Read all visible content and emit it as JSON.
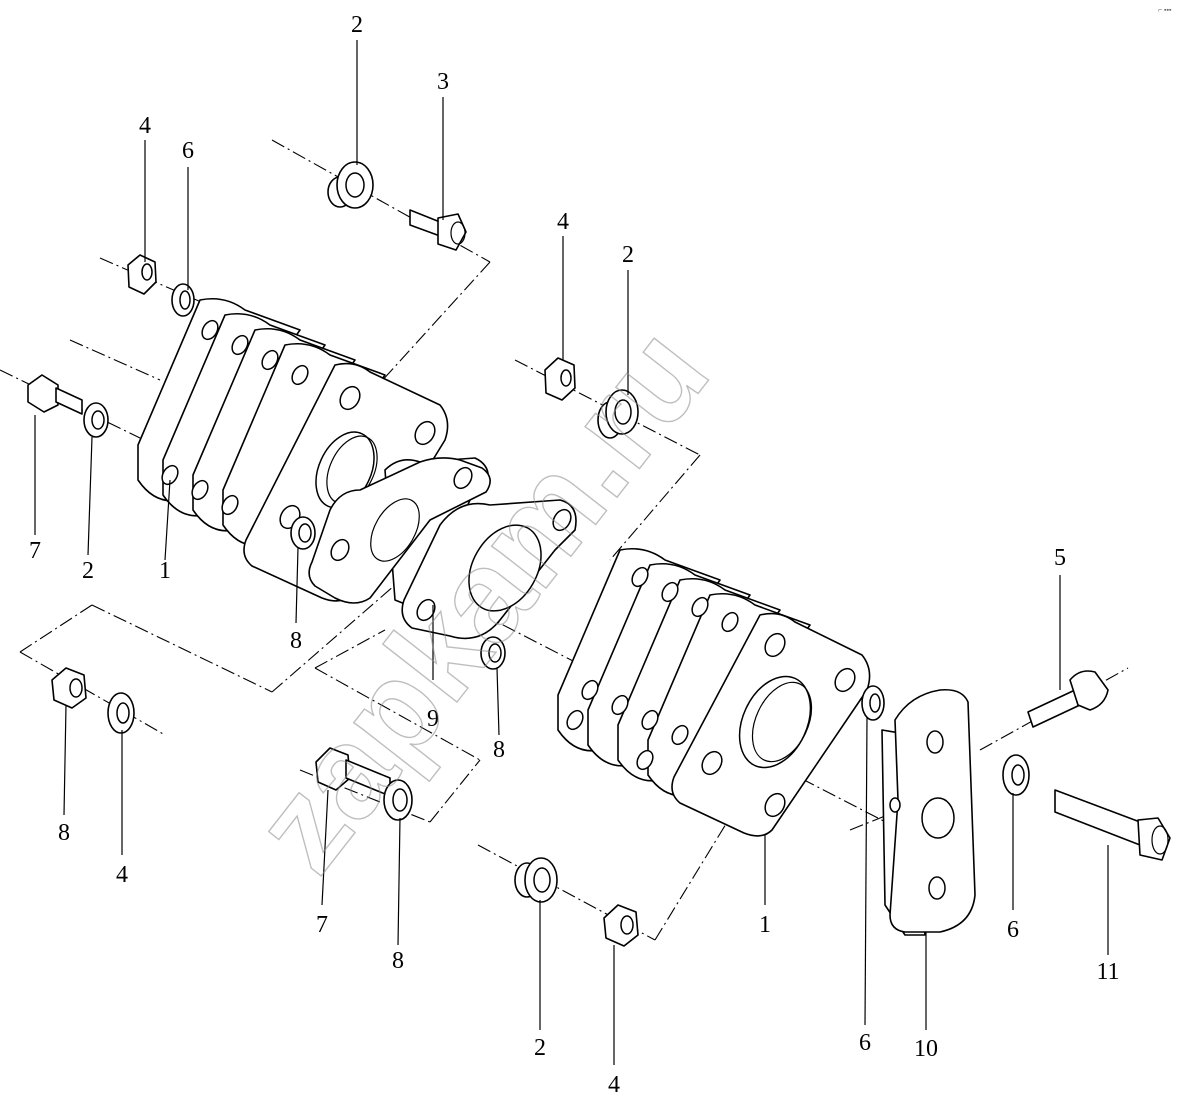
{
  "watermark": "zapkam.ru",
  "corner_mark": "⌐ ▪▪▪",
  "callouts": {
    "c2_top": "2",
    "c3_top": "3",
    "c4_left": "4",
    "c6_left": "6",
    "c4_mid": "4",
    "c2_mid": "2",
    "c7_left": "7",
    "c2_left": "2",
    "c1_left": "1",
    "c8_left": "8",
    "c9": "9",
    "c8_mid": "8",
    "c8_bottom_left": "8",
    "c4_bottom_left": "4",
    "c7_bottom": "7",
    "c8_bottom": "8",
    "c2_bottom": "2",
    "c4_bottom": "4",
    "c1_right": "1",
    "c6_right": "6",
    "c10": "10",
    "c6_far": "6",
    "c11": "11",
    "c5": "5"
  }
}
